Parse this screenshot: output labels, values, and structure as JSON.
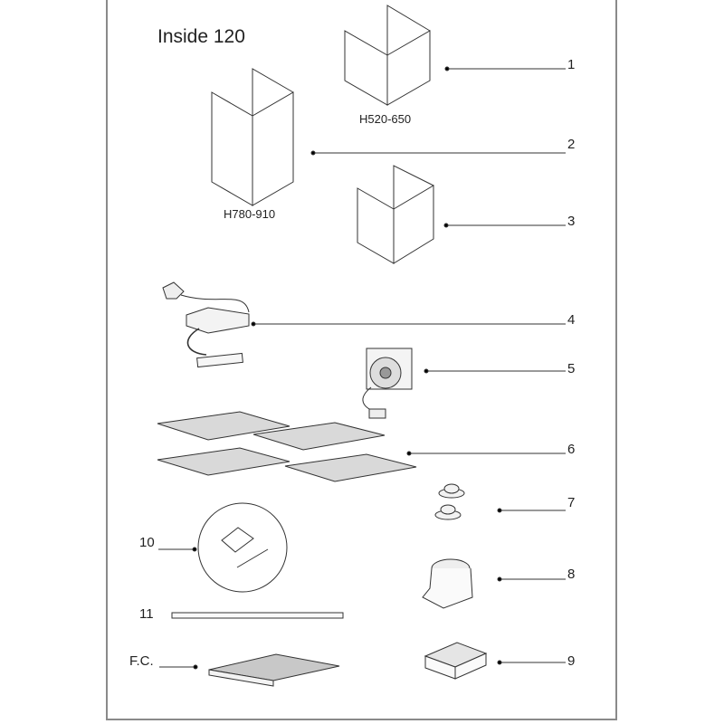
{
  "title": "Inside 120",
  "dimensions": {
    "upper_chimney": "H520-650",
    "lower_chimney": "H780-910"
  },
  "callouts": [
    {
      "number": "1",
      "part": "upper-chimney"
    },
    {
      "number": "2",
      "part": "lower-chimney"
    },
    {
      "number": "3",
      "part": "chimney-bracket"
    },
    {
      "number": "4",
      "part": "control-box-and-panel"
    },
    {
      "number": "5",
      "part": "motor"
    },
    {
      "number": "6",
      "part": "grease-filters"
    },
    {
      "number": "7",
      "part": "lamps"
    },
    {
      "number": "8",
      "part": "air-outlet-adapter"
    },
    {
      "number": "9",
      "part": "charcoal-filter"
    },
    {
      "number": "10",
      "part": "accessory-kit"
    },
    {
      "number": "11",
      "part": "strip"
    },
    {
      "number": "F.C.",
      "part": "filter-cover"
    }
  ]
}
